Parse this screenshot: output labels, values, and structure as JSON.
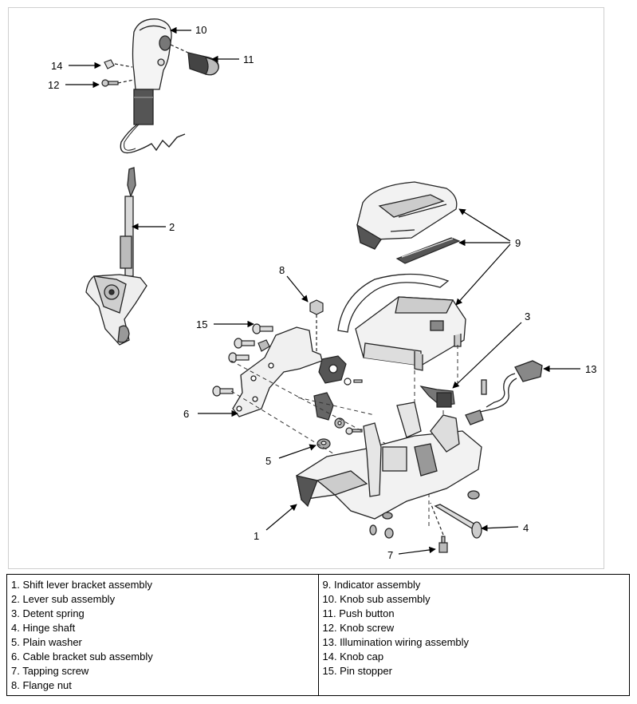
{
  "callouts": {
    "c1": "1",
    "c2": "2",
    "c3": "3",
    "c4": "4",
    "c5": "5",
    "c6": "6",
    "c7": "7",
    "c8": "8",
    "c9": "9",
    "c10": "10",
    "c11": "11",
    "c12": "12",
    "c13": "13",
    "c14": "14",
    "c15": "15"
  },
  "legend": {
    "left": [
      "1. Shift lever bracket assembly",
      "2. Lever sub assembly",
      "3. Detent spring",
      "4. Hinge shaft",
      "5. Plain washer",
      "6. Cable bracket sub assembly",
      "7. Tapping screw",
      "8. Flange nut"
    ],
    "right": [
      "9. Indicator assembly",
      "10. Knob sub assembly",
      "11. Push button",
      "12. Knob screw",
      "13. Illumination wiring assembly",
      "14. Knob cap",
      "15. Pin stopper"
    ]
  }
}
